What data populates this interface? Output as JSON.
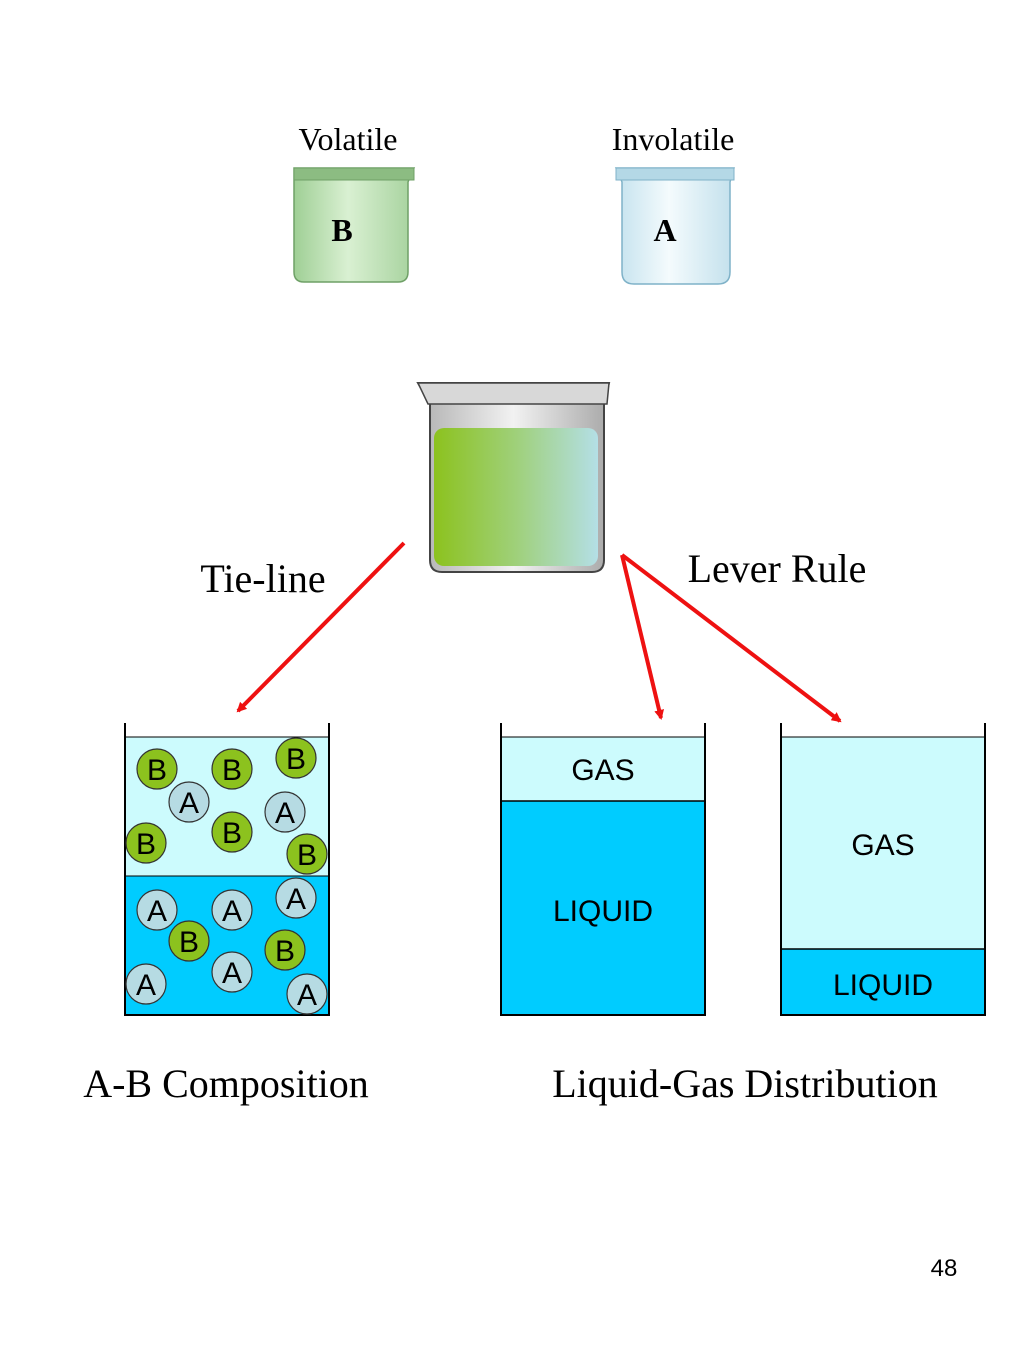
{
  "slide": {
    "page_number": "48"
  },
  "beakers_top": {
    "volatile_label": "Volatile",
    "volatile_letter": "B",
    "involatile_label": "Involatile",
    "involatile_letter": "A"
  },
  "annotations": {
    "tie_line": "Tie-line",
    "lever_rule": "Lever Rule"
  },
  "composition_box": {
    "caption": "A-B Composition",
    "gas_particles": [
      "B",
      "B",
      "B",
      "A",
      "A",
      "B",
      "B",
      "B"
    ],
    "liquid_particles": [
      "A",
      "A",
      "A",
      "B",
      "B",
      "A",
      "A",
      "A"
    ]
  },
  "distribution_boxes": {
    "caption": "Liquid-Gas Distribution",
    "box1": {
      "gas_label": "GAS",
      "liquid_label": "LIQUID"
    },
    "box2": {
      "gas_label": "GAS",
      "liquid_label": "LIQUID"
    }
  },
  "colors": {
    "volatile_green": "#a8d4a0",
    "involatile_blue": "#d8ecf4",
    "particle_green": "#8cc21e",
    "particle_gray": "#b6dbe3",
    "gas_fill": "#ccfbfd",
    "liquid_fill": "#00ccff",
    "arrow_red": "#ee1111"
  }
}
